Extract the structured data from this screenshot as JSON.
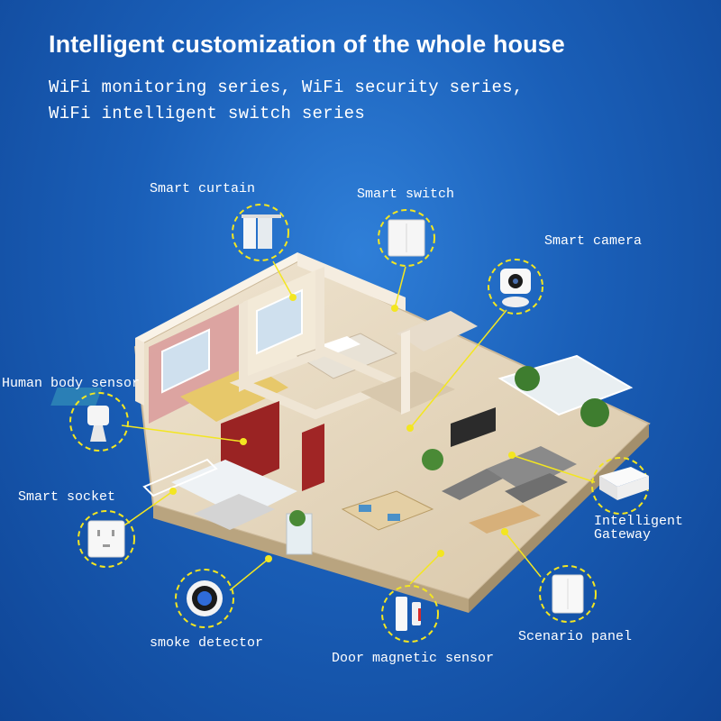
{
  "header": {
    "title": "Intelligent customization of the whole house",
    "subtitle_line1": "WiFi monitoring series, WiFi security series,",
    "subtitle_line2": "WiFi intelligent switch series"
  },
  "devices": {
    "smart_curtain": "Smart curtain",
    "smart_switch": "Smart switch",
    "smart_camera": "Smart camera",
    "human_body_sensor": "Human body sensor",
    "smart_socket": "Smart socket",
    "intelligent_gateway_line1": "Intelligent",
    "intelligent_gateway_line2": "Gateway",
    "smoke_detector": "smoke detector",
    "door_magnetic_sensor": "Door magnetic sensor",
    "scenario_panel": "Scenario panel"
  },
  "colors": {
    "background": "#1a5fb8",
    "text": "#ffffff",
    "callout": "#f3e621",
    "wall": "#f1e6d6",
    "floor": "#e9dcc6"
  },
  "icons": [
    "curtain-icon",
    "switch-icon",
    "camera-icon",
    "motion-sensor-icon",
    "socket-icon",
    "gateway-icon",
    "smoke-detector-icon",
    "door-sensor-icon",
    "scenario-panel-icon"
  ]
}
